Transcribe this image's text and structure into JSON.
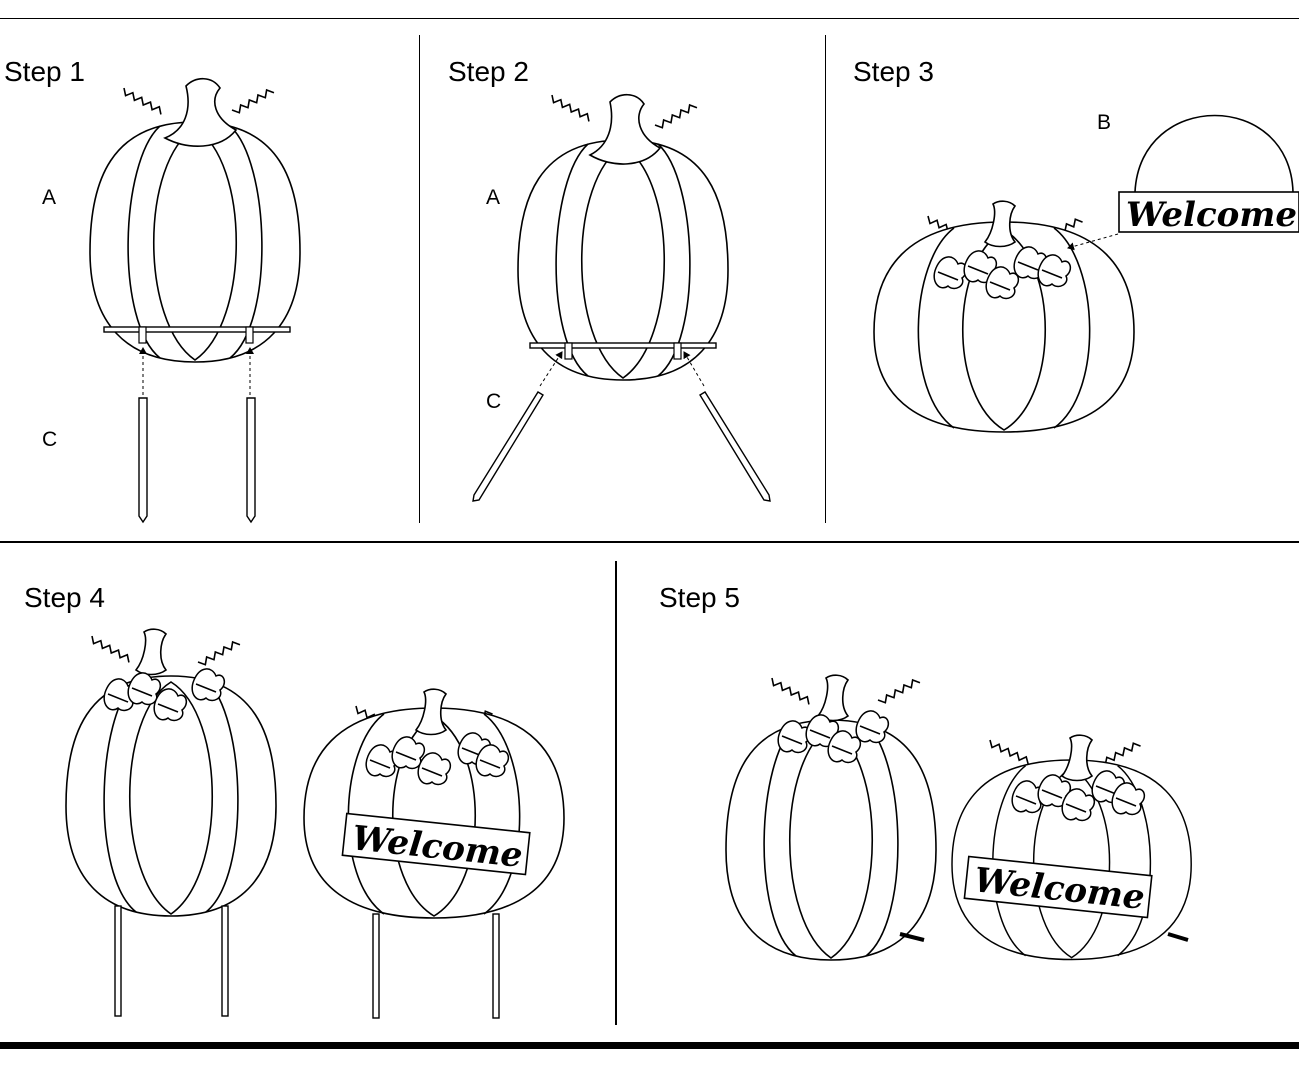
{
  "steps": [
    {
      "title": "Step 1",
      "labels": [
        "A",
        "C"
      ]
    },
    {
      "title": "Step 2",
      "labels": [
        "A",
        "C"
      ]
    },
    {
      "title": "Step 3",
      "labels": [
        "B"
      ]
    },
    {
      "title": "Step 4",
      "labels": []
    },
    {
      "title": "Step 5",
      "labels": []
    }
  ],
  "sign_text": "Welcome"
}
